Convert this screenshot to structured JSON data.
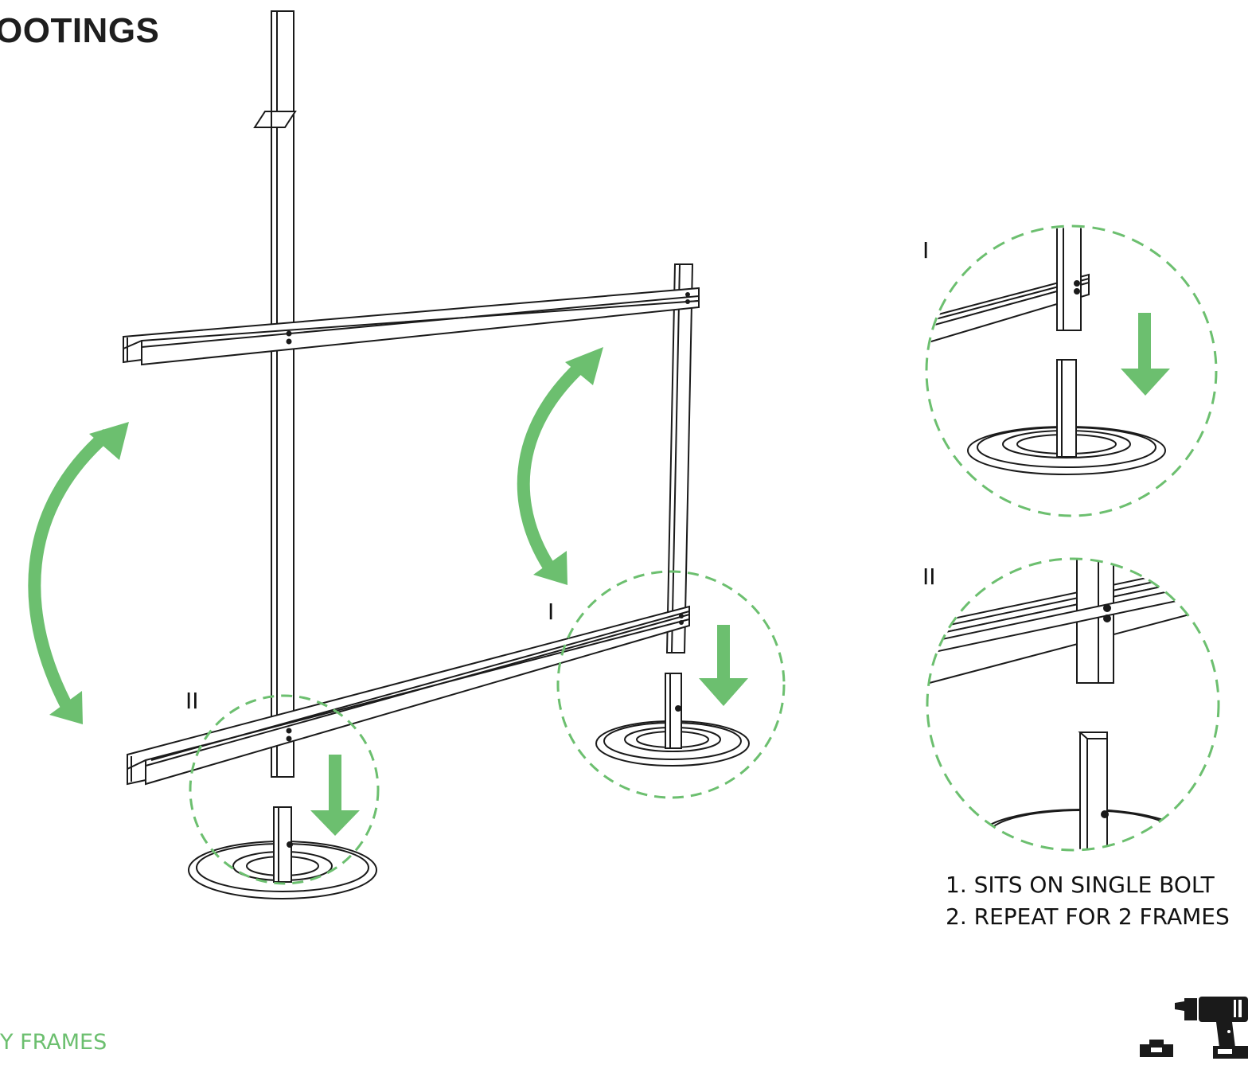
{
  "title": "OOTINGS",
  "footer": "Y FRAMES",
  "labels": {
    "main_detail_one": "I",
    "main_detail_two": "II",
    "inset_one": "I",
    "inset_two": "II"
  },
  "steps": [
    "1. SITS ON SINGLE BOLT",
    "2. REPEAT FOR 2 FRAMES"
  ],
  "colors": {
    "accent_green": "#6cbf6f",
    "line": "#1a1a1a"
  },
  "icons": {
    "tool": "power-drill-icon"
  }
}
